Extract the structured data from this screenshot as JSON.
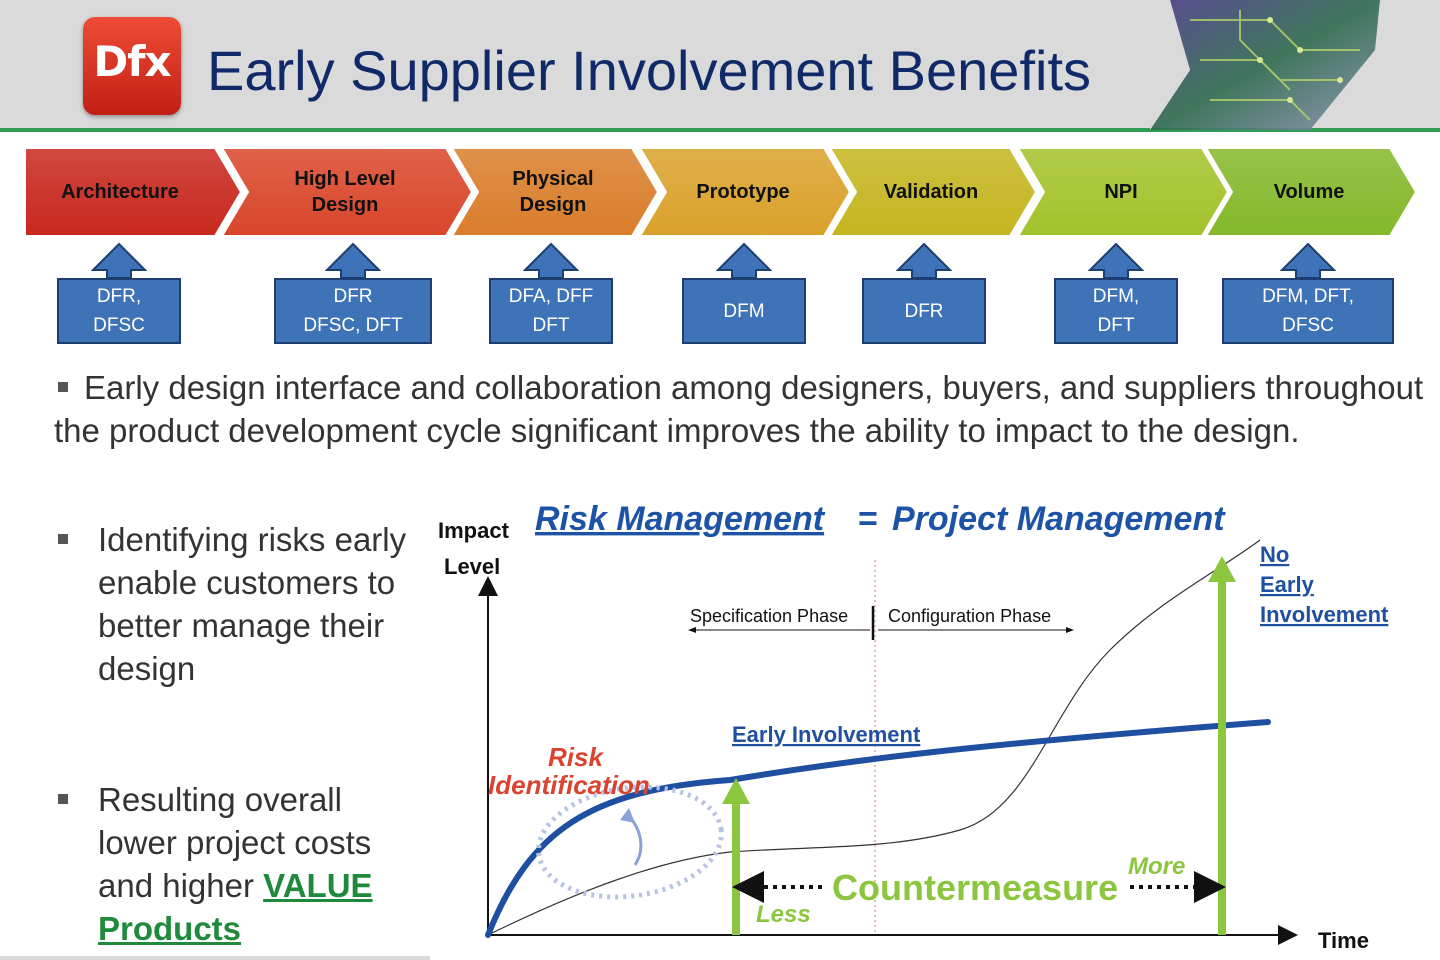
{
  "header": {
    "logo_text": "Dfx",
    "title": "Early Supplier Involvement Benefits",
    "accent_color": "#2e9e57",
    "title_color": "#102a69"
  },
  "phases": [
    {
      "label": "Architecture",
      "color": "#c8281e",
      "box": "DFR,\nDFSC"
    },
    {
      "label": "High Level\nDesign",
      "color": "#d9462a",
      "box": "DFR\nDFSC, DFT"
    },
    {
      "label": "Physical\nDesign",
      "color": "#d97d2a",
      "box": "DFA, DFF\nDFT"
    },
    {
      "label": "Prototype",
      "color": "#d9a12a",
      "box": "DFM"
    },
    {
      "label": "Validation",
      "color": "#c4b51f",
      "box": "DFR"
    },
    {
      "label": "NPI",
      "color": "#a3c22a",
      "box": "DFM,\nDFT"
    },
    {
      "label": "Volume",
      "color": "#84b82a",
      "box": "DFM, DFT,\nDFSC"
    }
  ],
  "bullets": {
    "main": "Early design interface and collaboration among designers, buyers, and suppliers throughout the product development cycle significant improves the ability to impact to the design.",
    "side1": "Identifying risks early enable customers to better manage their design",
    "side2_pre": "Resulting overall lower project costs and higher ",
    "side2_link_1": "VALUE",
    "side2_link_2": "Products"
  },
  "diagram": {
    "title_left": "Risk Management",
    "title_eq": "=",
    "title_right": "Project Management",
    "y_label_1": "Impact",
    "y_label_2": "Level",
    "x_label": "Time",
    "spec_phase": "Specification Phase",
    "config_phase": "Configuration Phase",
    "early_involvement": "Early Involvement",
    "no_early_1": "No",
    "no_early_2": "Early",
    "no_early_3": "Involvement",
    "risk_1": "Risk",
    "risk_2": "Identification",
    "countermeasure": "Countermeasure",
    "less": "Less",
    "more": "More",
    "colors": {
      "blue": "#1f4fa0",
      "green": "#8cc63f",
      "red": "#d9432f",
      "title_blue": "#1d53a6"
    }
  }
}
